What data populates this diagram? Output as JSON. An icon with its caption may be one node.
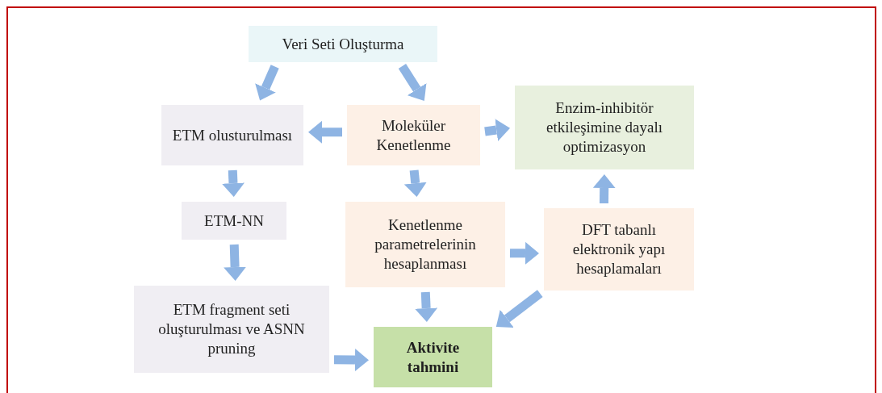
{
  "diagram": {
    "nodes": [
      {
        "text": [
          "Veri Seti Oluşturma"
        ]
      },
      {
        "text": [
          "ETM olusturulması"
        ]
      },
      {
        "text": [
          "Moleküler Kenetlenme"
        ]
      },
      {
        "text": [
          "Enzim-inhibitör etkileşimine dayalı optimizasyon"
        ]
      },
      {
        "text": [
          "ETM-NN"
        ]
      },
      {
        "text": [
          "Kenetlenme parametrelerinin hesaplanması"
        ]
      },
      {
        "text": [
          "DFT tabanlı elektronik yapı hesaplamaları"
        ]
      },
      {
        "text": [
          "ETM fragment seti oluşturulması ve ASNN pruning"
        ]
      },
      {
        "text": [
          "Aktivite tahmini"
        ]
      }
    ],
    "edges": [
      {
        "from": 0,
        "to": 1,
        "arrow": "to"
      },
      {
        "from": 0,
        "to": 2,
        "arrow": "to"
      },
      {
        "from": 2,
        "to": 1,
        "arrow": "to"
      },
      {
        "from": 2,
        "to": 3,
        "arrow": "to"
      },
      {
        "from": 2,
        "to": 5,
        "arrow": "to"
      },
      {
        "from": 1,
        "to": 4,
        "arrow": "to"
      },
      {
        "from": 4,
        "to": 7,
        "arrow": "to"
      },
      {
        "from": 7,
        "to": 8,
        "arrow": "to"
      },
      {
        "from": 5,
        "to": 8,
        "arrow": "to"
      },
      {
        "from": 5,
        "to": 6,
        "arrow": "to"
      },
      {
        "from": 6,
        "to": 3,
        "arrow": "to"
      },
      {
        "from": 6,
        "to": 8,
        "arrow": "to"
      }
    ]
  }
}
